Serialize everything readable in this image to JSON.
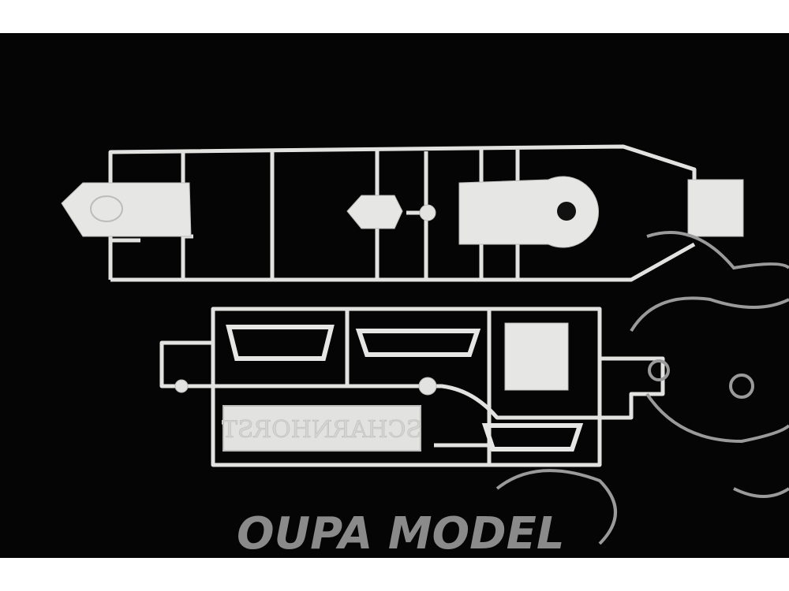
{
  "photo": {
    "subject": "plastic-model-sprue",
    "plate_text": "SCHARNHORST",
    "watermark_text": "OUPA MODEL",
    "colors": {
      "background": "#050505",
      "plastic": "#e2e2e0",
      "plastic_shadow": "#bcbcba",
      "watermark": "#9a9a9a"
    }
  }
}
